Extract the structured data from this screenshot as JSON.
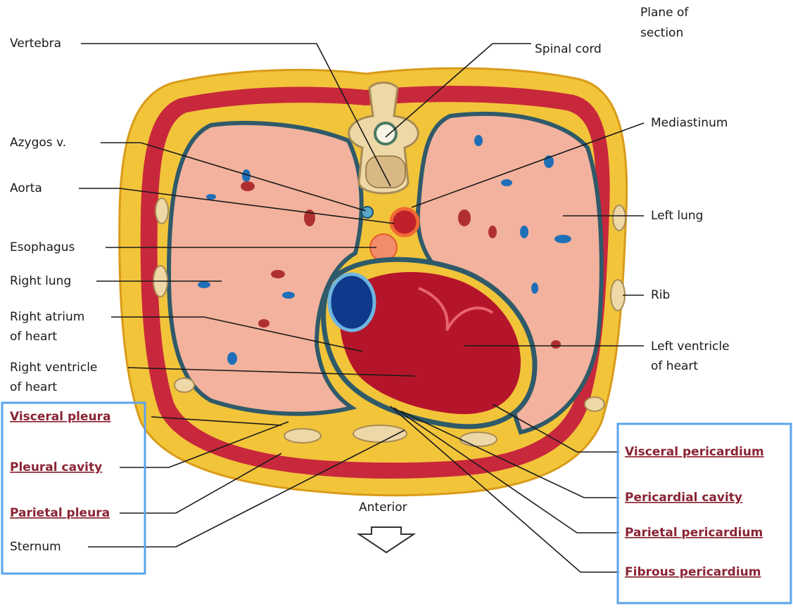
{
  "labels": {
    "plane_of_section": [
      "Plane of",
      "section"
    ],
    "vertebra": "Vertebra",
    "spinal_cord": "Spinal cord",
    "azygos": "Azygos v.",
    "mediastinum": "Mediastinum",
    "aorta": "Aorta",
    "left_lung": "Left lung",
    "esophagus": "Esophagus",
    "right_lung": "Right lung",
    "rib": "Rib",
    "right_atrium": [
      "Right atrium",
      "of heart"
    ],
    "left_ventricle": [
      "Left ventricle",
      "of heart"
    ],
    "right_ventricle": [
      "Right ventricle",
      "of heart"
    ],
    "anterior": "Anterior",
    "sternum": "Sternum"
  },
  "highlighted_labels": {
    "left_group": [
      "Visceral pleura",
      "Pleural cavity",
      "Parietal pleura"
    ],
    "right_group": [
      "Visceral pericardium",
      "Pericardial cavity",
      "Parietal pericardium",
      "Fibrous pericardium"
    ]
  },
  "colors": {
    "fat": "#f2c43a",
    "muscle": "#c8283c",
    "lung": "#f3b29d",
    "pleura": "#2f5a6a",
    "heart": "#b5152a",
    "vessel_blue": "#1f6fb8",
    "bone": "#efd8a8",
    "highlight_box": "#5aa5ec",
    "highlight_text": "#8a2433"
  }
}
